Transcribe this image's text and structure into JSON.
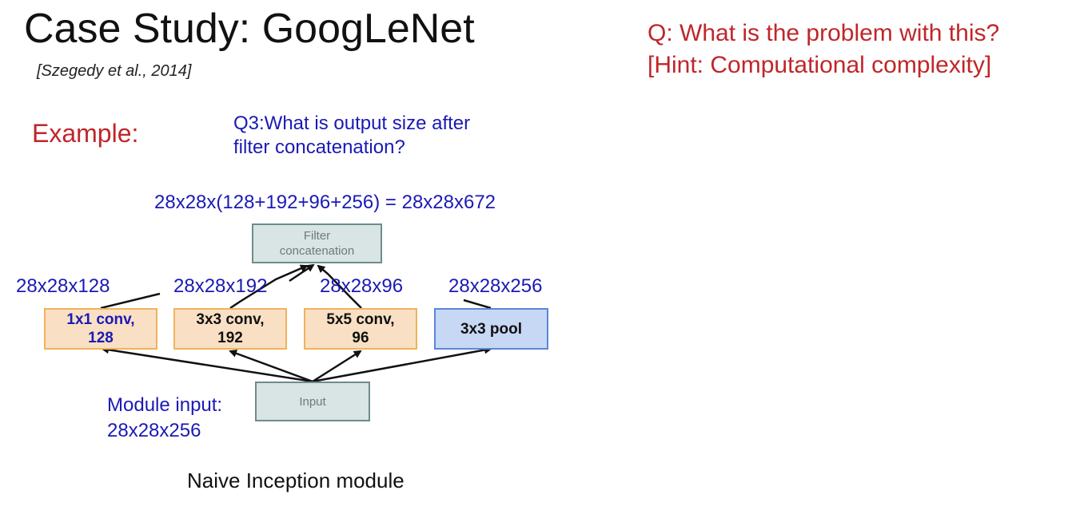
{
  "slide": {
    "title": "Case Study: GoogLeNet",
    "citation": "[Szegedy et al., 2014]",
    "question_line1": "Q: What is the problem with this?",
    "question_line2": "[Hint: Computational complexity]",
    "example_label": "Example:",
    "q3_line1": "Q3:What is output size after",
    "q3_line2": "filter concatenation?",
    "concat_formula": "28x28x(128+192+96+256) = 28x28x672",
    "caption": "Naive Inception module"
  },
  "diagram": {
    "filter_concat_line1": "Filter",
    "filter_concat_line2": "concatenation",
    "input_label": "Input",
    "module_input_line1": "Module input:",
    "module_input_line2": "28x28x256",
    "branches": [
      {
        "line1": "1x1 conv,",
        "line2": "128",
        "output": "28x28x128"
      },
      {
        "line1": "3x3 conv,",
        "line2": "192",
        "output": "28x28x192"
      },
      {
        "line1": "5x5 conv,",
        "line2": "96",
        "output": "28x28x96"
      },
      {
        "line1": "3x3 pool",
        "line2": "",
        "output": "28x28x256"
      }
    ]
  },
  "colors": {
    "title_text": "#111111",
    "question_red": "#c0262a",
    "annotation_blue": "#1a1ab5",
    "conv_fill": "#f9e0c4",
    "conv_border": "#f0b25a",
    "pool_fill": "#c7d8f5",
    "pool_border": "#5b86d6",
    "gray_fill": "#d9e4e4",
    "gray_border": "#6e8c8c"
  }
}
